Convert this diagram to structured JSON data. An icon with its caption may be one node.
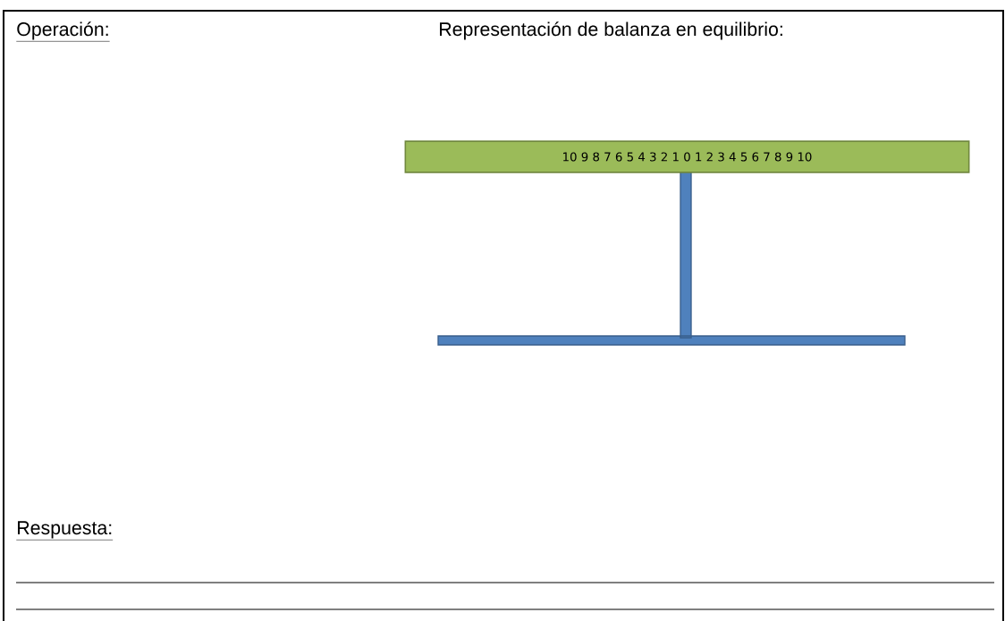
{
  "diagram": {
    "nodes": [
      {
        "text": [
          "10 9 8 7 6 5 4 3 2 1 0 1 2 3 4 5 6 7 8 9 10"
        ]
      }
    ],
    "labels": [
      "Operación:",
      "Representación de balanza en equilibrio:",
      "Respuesta:"
    ]
  }
}
